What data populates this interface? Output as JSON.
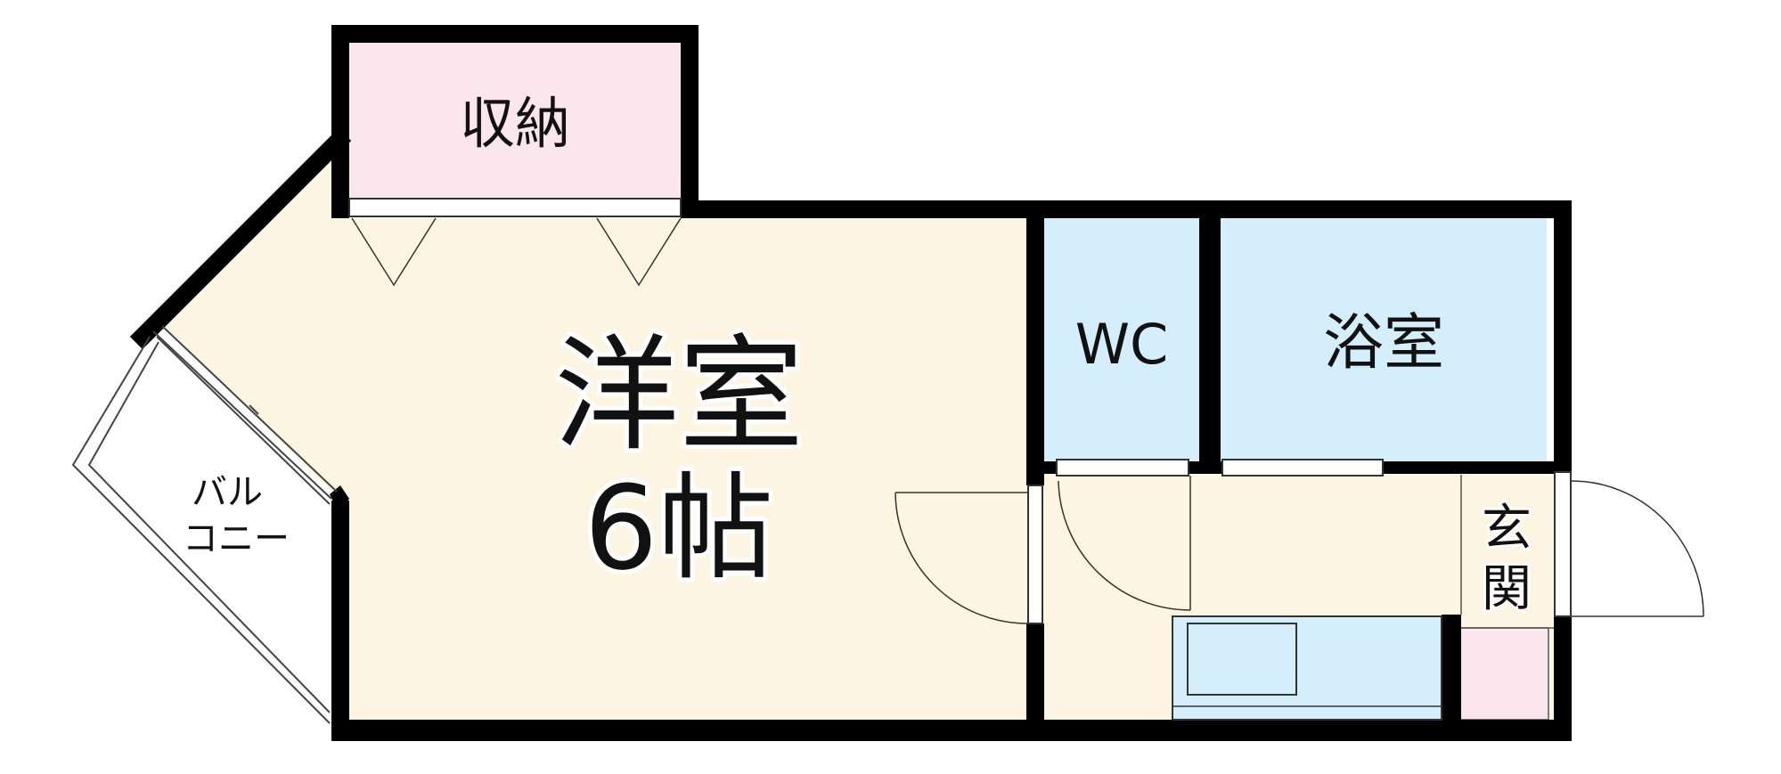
{
  "rooms": {
    "storage": "収納",
    "western_room": "洋室",
    "western_room_size": "6帖",
    "wc": "WC",
    "bathroom": "浴室",
    "entrance_line1": "玄",
    "entrance_line2": "関",
    "balcony_line1": "バル",
    "balcony_line2": "コニー"
  },
  "colors": {
    "wall": "#000000",
    "western_room_fill": "#fdf5e1",
    "storage_fill": "#fce6ee",
    "wet_area_fill": "#d4eefb",
    "shoe_box_fill": "#fce6ee"
  }
}
